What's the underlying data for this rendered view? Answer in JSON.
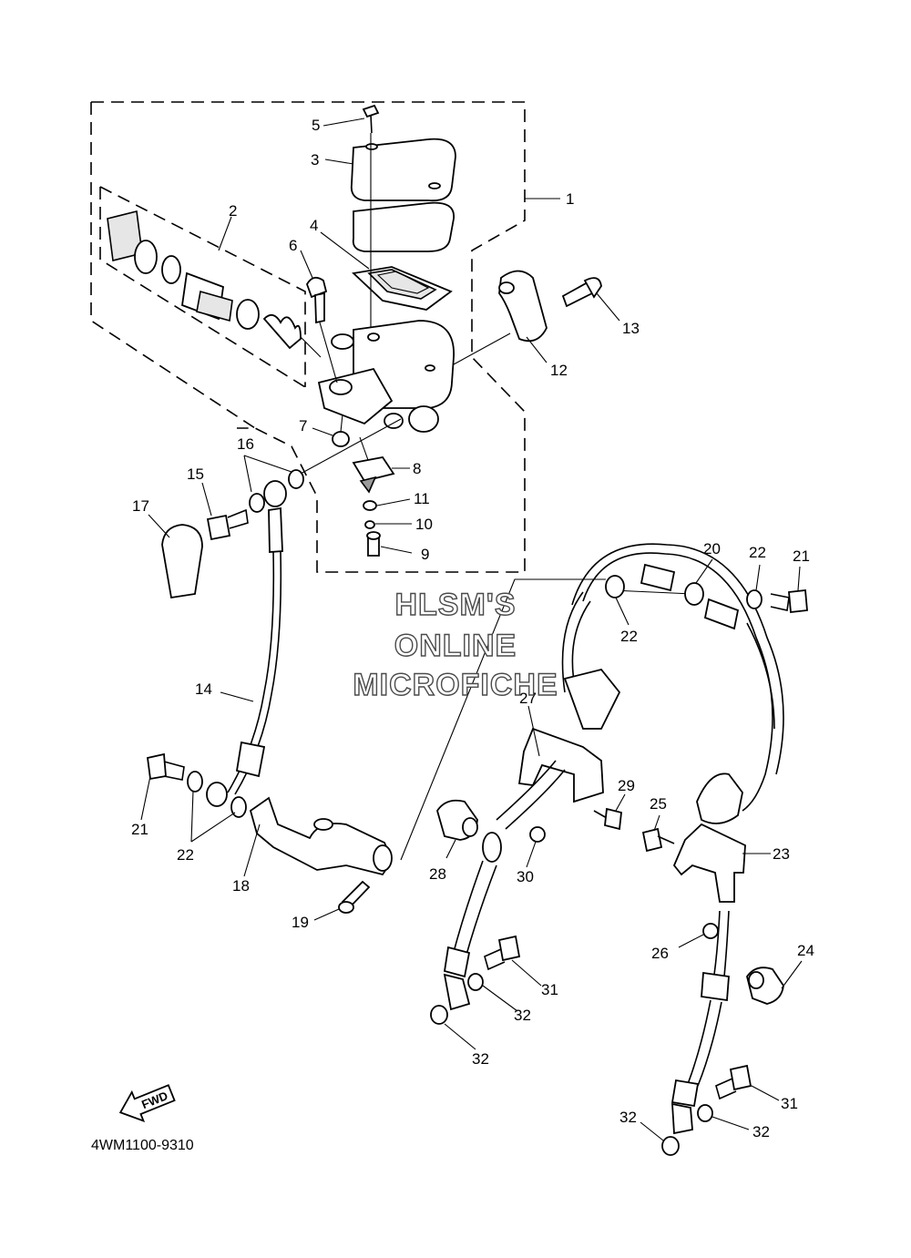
{
  "watermark": {
    "line1": "HLSM'S",
    "line2": "ONLINE",
    "line3": "MICROFICHE"
  },
  "direction_badge": {
    "label": "FWD"
  },
  "drawing_code": "4WM1100-9310",
  "callouts": {
    "c1": "1",
    "c2": "2",
    "c3": "3",
    "c4": "4",
    "c5": "5",
    "c6": "6",
    "c7": "7",
    "c8": "8",
    "c9": "9",
    "c10": "10",
    "c11": "11",
    "c12": "12",
    "c13": "13",
    "c14": "14",
    "c15": "15",
    "c16": "16",
    "c17": "17",
    "c18": "18",
    "c19": "19",
    "c20": "20",
    "c21a": "21",
    "c21b": "21",
    "c22a": "22",
    "c22b": "22",
    "c22c": "22",
    "c23": "23",
    "c24": "24",
    "c25": "25",
    "c26": "26",
    "c27": "27",
    "c28": "28",
    "c29": "29",
    "c30": "30",
    "c31a": "31",
    "c31b": "31",
    "c32a": "32",
    "c32b": "32",
    "c32c": "32",
    "c32d": "32"
  }
}
